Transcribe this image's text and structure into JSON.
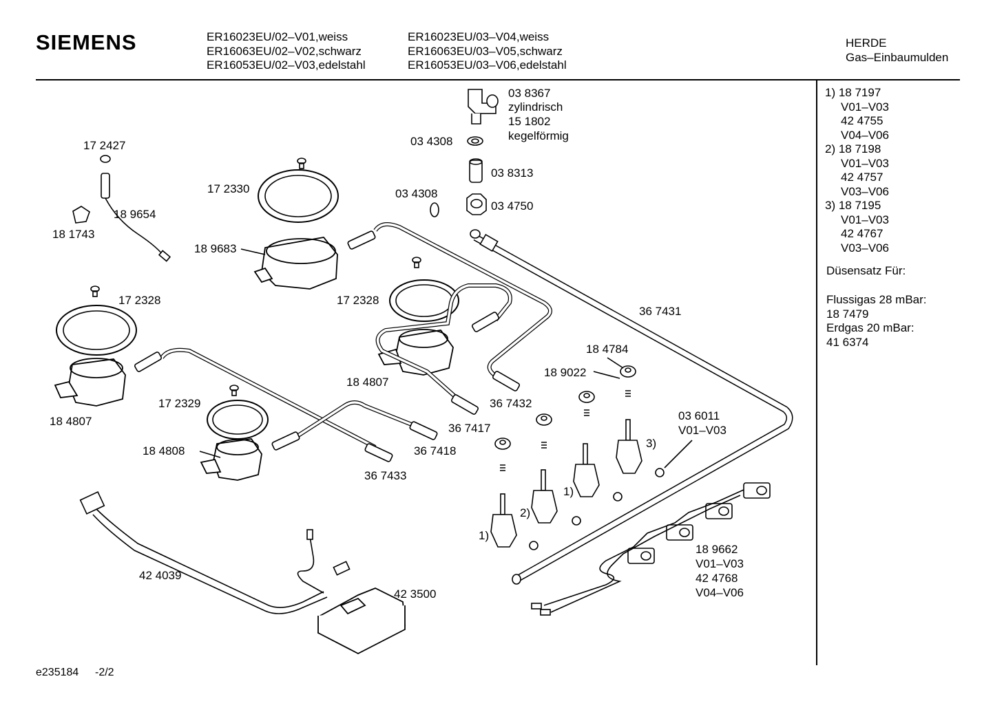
{
  "header": {
    "brand": "SIEMENS",
    "models_col1": [
      "ER16023EU/02–V01,weiss",
      "ER16063EU/02–V02,schwarz",
      "ER16053EU/02–V03,edelstahl"
    ],
    "models_col2": [
      "ER16023EU/03–V04,weiss",
      "ER16063EU/03–V05,schwarz",
      "ER16053EU/03–V06,edelstahl"
    ],
    "category": [
      "HERDE",
      "Gas–Einbaumulden"
    ]
  },
  "side_panel": {
    "rows": [
      "1) 18 7197",
      "V01–V03",
      "42 4755",
      "V04–V06",
      "2) 18 7198",
      "V01–V03",
      "42 4757",
      "V03–V06",
      "3) 18 7195",
      "V01–V03",
      "42 4767",
      "V03–V06"
    ],
    "nozzle_title": "Düsensatz Für:",
    "nozzle_rows": [
      "Flussigas 28 mBar:",
      "18 7479",
      "Erdgas 20 mBar:",
      "41 6374"
    ]
  },
  "labels": {
    "p038367": "03 8367",
    "zylindrisch": "zylindrisch",
    "p151802": "15 1802",
    "kegelfoermig": "kegelförmig",
    "p034308a": "03 4308",
    "p038313": "03 8313",
    "p034308b": "03 4308",
    "p034750": "03 4750",
    "p172427": "17 2427",
    "p189654": "18 9654",
    "p181743": "18 1743",
    "p172330": "17 2330",
    "p189683": "18 9683",
    "p172328a": "17 2328",
    "p172328b": "17 2328",
    "p184807a": "18 4807",
    "p184807b": "18 4807",
    "p172329": "17 2329",
    "p184808": "18 4808",
    "p367431": "36 7431",
    "p184784": "18 4784",
    "p189022": "18 9022",
    "p367432": "36 7432",
    "p367417": "36 7417",
    "p367418": "36 7418",
    "p367433": "36 7433",
    "p036011": "03 6011",
    "v01v03a": "V01–V03",
    "idx3": "3)",
    "idx1a": "1)",
    "idx2": "2)",
    "idx1b": "1)",
    "p189662": "18 9662",
    "v01v03b": "V01–V03",
    "p424768": "42 4768",
    "v04v06": "V04–V06",
    "p424039": "42 4039",
    "p423500": "42 3500"
  },
  "footer": {
    "doc_id": "e235184",
    "page": "-2/2"
  }
}
